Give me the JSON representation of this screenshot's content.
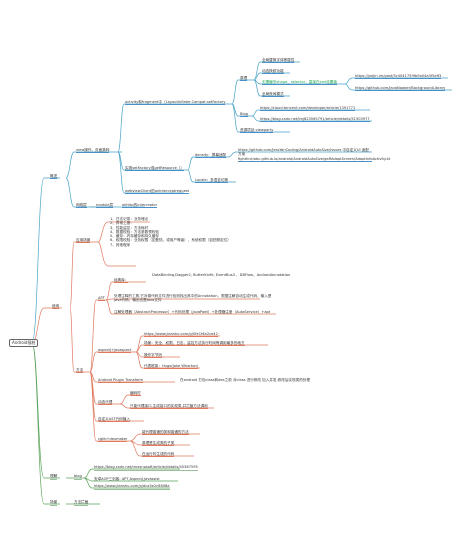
{
  "root": "Android插桩",
  "branches": {
    "concept": {
      "label": "概述",
      "view_events": {
        "label": "view操作、页面跳转",
        "activity_lifecycle": {
          "label": "activity和fragment中（LayoutInflater.Compat.setFactory",
          "principle": {
            "label": "原理",
            "items": [
              "全局替换字体等属性",
              "动态换肤功能",
              "无需编写shape、selector，直接在xml设置值",
              "全局夜间模式"
            ],
            "links": [
              "https://juejin.im/post/5c4041759fb9a04a3f5aff3",
              "https://github.com/JavaNoober/BackgroundLibrary"
            ]
          },
          "blog": {
            "label": "Blog",
            "links": [
              "https://cloud.tencent.com/developer/article/1391771",
              "https://blog.csdn.net/lmj623565791/article/details/51503977"
            ]
          },
          "extra": "资源项目:viewparty"
        },
        "factory": {
          "label": "实现setFactory或getResource（）",
          "density_label": "density：屏幕适配",
          "density_link": "https://github.com/JessYanCoding/AndroidAutoSize/issues 中自定义UI 适配方案 fightlink/abc.github.io/android/AndroidAutoSize/gaffAdaptScreen/AdaptInfoActivity.kt",
          "locale_label": "Locale：多语言切换"
        },
        "webview": "webviewClient的onInterceptrequest"
      },
      "network": {
        "label": "网络层",
        "module": "module层",
        "okhttp": "okhttp的interceptor"
      }
    },
    "usage": {
      "label": "使用",
      "scenario": {
        "label": "应用场景",
        "items": [
          "1、日志记录：业务埋点",
          "2、异常上报：",
          "3、性能监控：方法耗时",
          "4、数据校验：方法参数预校验",
          "5、缓存：内存缓存和持久缓存",
          "6、权限校验：业务权限（如登陆，或用户等级），系统权限（如拍照定位）",
          "7、其他程序"
        ]
      },
      "methods": {
        "label": "方法",
        "apt": {
          "label": "APT",
          "frameworks_label": "经典库：",
          "frameworks": "DataBinding,Dagger2, ButterKnife, EventBus3 、DBFlow、AndroidAnnotation",
          "process": "处理注释的工具,它对源代码文件进行检测找出其中的Annotation，根据注解自动生成代码，输入是Java代码，输出也是Java文件",
          "note": "注解处理器（AbstractProcessor）+代码处理（javaPoet）+处理器注册（AutoService）+apt"
        },
        "aspectj": {
          "label": "aspectJ+javaspect",
          "link": "https://www.jianshu.com/p/0fe1f4b2ce42",
          "items": [
            "场景：安全、权限、日志，监控方法执行时间等调用最多的地方",
            "操作字节码",
            "代表框架：Hugo(Jake Wharton)"
          ]
        },
        "transform": "Android Plugin Transform",
        "transform_desc": "在android 打包class转dex之前 对class 进行修改 加入并发,修改后实现类的处理",
        "dynamic_proxy": {
          "label": "动态代理",
          "items": [
            "编码时",
            "只能代理接口,生成接口的实现类,并拦截方法调用"
          ]
        },
        "javassist": "自定义AST代码植入",
        "cglib": {
          "label": "cglib+dexmaker",
          "items": [
            "能代理普通的类和普通的方法",
            "原理是生成类的子类",
            "在运行时生成的代码"
          ]
        }
      }
    },
    "reference": {
      "label": "理解",
      "blog": "blog",
      "links": [
        "https://blog.csdn.net/mrzxnosoft/article/details/40387595",
        "安卓AOP三剑客: APT,AspectJ,Javassist",
        "https://www.jianshu.com/p/dca3e2c8608a"
      ]
    },
    "methods_summary": {
      "label": "场景",
      "item": "方法拦截"
    }
  }
}
